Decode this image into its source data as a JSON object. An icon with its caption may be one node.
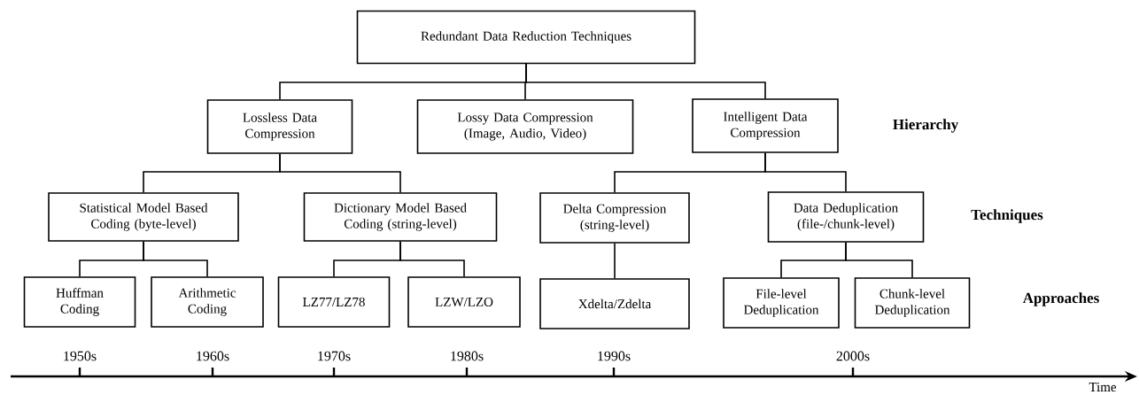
{
  "diagram": {
    "nodes": [
      {
        "text": [
          "Redundant Data Reduction Techniques"
        ]
      },
      {
        "text": [
          "Lossless Data Compression"
        ]
      },
      {
        "text": [
          "Lossy Data Compression (Image, Audio, Video)"
        ]
      },
      {
        "text": [
          "Intelligent Data Compression"
        ]
      },
      {
        "text": [
          "Statistical Model Based Coding (byte-level)"
        ]
      },
      {
        "text": [
          "Dictionary Model Based Coding (string-level)"
        ]
      },
      {
        "text": [
          "Delta Compression (string-level)"
        ]
      },
      {
        "text": [
          "Data Deduplication (file-/chunk-level)"
        ]
      },
      {
        "text": [
          "Huffman Coding"
        ]
      },
      {
        "text": [
          "Arithmetic Coding"
        ]
      },
      {
        "text": [
          "LZ77/LZ78"
        ]
      },
      {
        "text": [
          "LZW/LZO"
        ]
      },
      {
        "text": [
          "Xdelta/Zdelta"
        ]
      },
      {
        "text": [
          "File-level Deduplication"
        ]
      },
      {
        "text": [
          "Chunk-level Deduplication"
        ]
      }
    ],
    "edges": [
      {
        "from": 0,
        "to": 1,
        "arrow": "none"
      },
      {
        "from": 0,
        "to": 2,
        "arrow": "none"
      },
      {
        "from": 0,
        "to": 3,
        "arrow": "none"
      },
      {
        "from": 1,
        "to": 4,
        "arrow": "none"
      },
      {
        "from": 1,
        "to": 5,
        "arrow": "none"
      },
      {
        "from": 3,
        "to": 6,
        "arrow": "none"
      },
      {
        "from": 3,
        "to": 7,
        "arrow": "none"
      },
      {
        "from": 4,
        "to": 8,
        "arrow": "none"
      },
      {
        "from": 4,
        "to": 9,
        "arrow": "none"
      },
      {
        "from": 5,
        "to": 10,
        "arrow": "none"
      },
      {
        "from": 5,
        "to": 11,
        "arrow": "none"
      },
      {
        "from": 6,
        "to": 12,
        "arrow": "none"
      },
      {
        "from": 7,
        "to": 13,
        "arrow": "none"
      },
      {
        "from": 7,
        "to": 14,
        "arrow": "none"
      }
    ],
    "labels": [
      "Hierarchy",
      "Techniques",
      "Approaches",
      "1950s",
      "1960s",
      "1970s",
      "1980s",
      "1990s",
      "2000s",
      "Time"
    ]
  }
}
